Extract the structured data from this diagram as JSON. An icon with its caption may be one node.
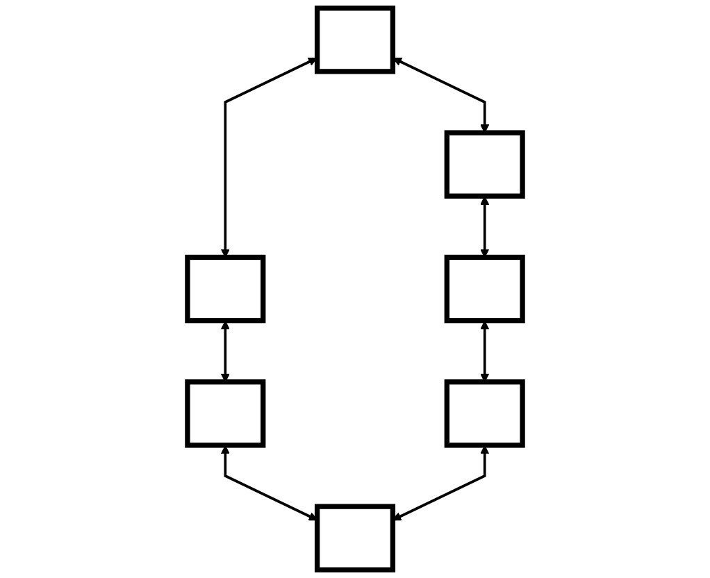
{
  "diagram": {
    "nodes": [
      {
        "text": [],
        "shape": "box"
      },
      {
        "text": [],
        "shape": "box"
      },
      {
        "text": [],
        "shape": "box"
      },
      {
        "text": [],
        "shape": "box"
      },
      {
        "text": [],
        "shape": "box"
      },
      {
        "text": [],
        "shape": "box"
      },
      {
        "text": [],
        "shape": "box"
      }
    ],
    "edges": [
      {
        "from": 0,
        "to": 1,
        "arrow": "both"
      },
      {
        "from": 0,
        "to": 2,
        "arrow": "both"
      },
      {
        "from": 1,
        "to": 3,
        "arrow": "both"
      },
      {
        "from": 2,
        "to": 4,
        "arrow": "both"
      },
      {
        "from": 3,
        "to": 5,
        "arrow": "both"
      },
      {
        "from": 4,
        "to": 6,
        "arrow": "both"
      },
      {
        "from": 5,
        "to": 6,
        "arrow": "both"
      }
    ]
  }
}
